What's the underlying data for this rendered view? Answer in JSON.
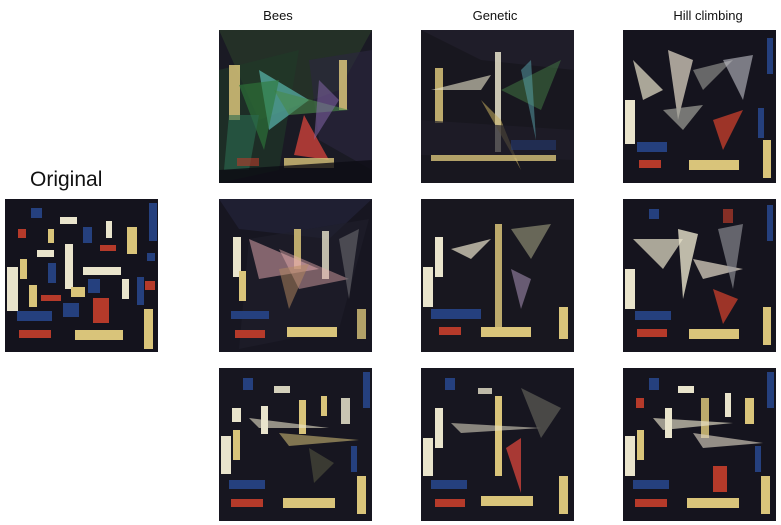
{
  "labels": {
    "original": "Original",
    "columns": [
      "Bees",
      "Genetic",
      "Hill climbing"
    ]
  },
  "palette": {
    "background": "#15141f",
    "cream": "#e9e4cc",
    "yellow": "#d9c47a",
    "red": "#b53a2a",
    "blue": "#25407e",
    "pink": "#d8a0a8",
    "green": "#4a8a4a",
    "grey": "#8a8a88"
  }
}
